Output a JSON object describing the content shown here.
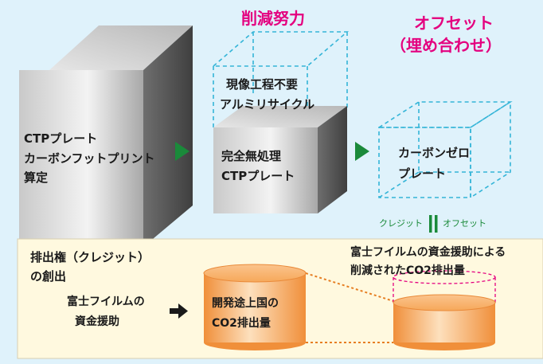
{
  "headers": {
    "reduction": "削減努力",
    "offset_line1": "オフセット",
    "offset_line2": "（埋め合わせ）"
  },
  "ctp_block": {
    "line1": "CTPプレート",
    "line2": "カーボンフットプリント",
    "line3": "算定"
  },
  "reduction_block": {
    "top_line1": "現像工程不要",
    "top_line2": "アルミリサイクル",
    "bottom_line1": "完全無処理",
    "bottom_line2": "CTPプレート"
  },
  "zero_block": {
    "line1": "カーボンゼロ",
    "line2": "プレート"
  },
  "equation": {
    "left": "クレジット",
    "right": "オフセット"
  },
  "lower_panel": {
    "title_line1": "排出権（クレジット）",
    "title_line2": "の創出",
    "funding_line1": "富士フイルムの",
    "funding_line2": "資金援助",
    "cylinder_line1": "開発途上国の",
    "cylinder_line2": "CO2排出量",
    "reduced_line1": "富士フイルムの資金援助による",
    "reduced_line2": "削減されたCO2排出量"
  },
  "colors": {
    "background": "#dff2fb",
    "panel": "#fff9df",
    "accent_pink": "#e4007f",
    "accent_green": "#1a8a3a",
    "arrow": "#1a8a3a",
    "cylinder": "#f6a85a",
    "dashed_cube": "#35b5d8"
  }
}
